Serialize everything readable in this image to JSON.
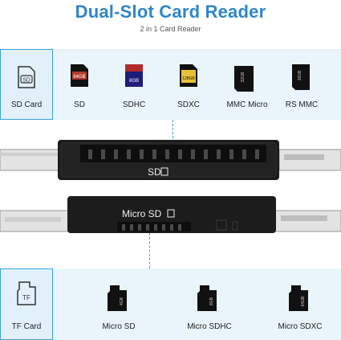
{
  "header": {
    "title": "Dual-Slot Card Reader",
    "subtitle": "2 in 1 Card Reader"
  },
  "top_row": {
    "highlight_label": "SD Card",
    "highlight_icon_text": "SD",
    "cards": [
      {
        "label": "SD",
        "printed": "64GB"
      },
      {
        "label": "SDHC",
        "printed": "8GB"
      },
      {
        "label": "SDXC",
        "printed": "128GB"
      },
      {
        "label": "MMC Micro",
        "printed": "32GB"
      },
      {
        "label": "RS MMC",
        "printed": "16GB"
      }
    ]
  },
  "bottom_row": {
    "highlight_label": "TF Card",
    "highlight_icon_text": "TF",
    "cards": [
      {
        "label": "Micro SD",
        "printed": "4GB"
      },
      {
        "label": "Micro SDHC",
        "printed": "8GB"
      },
      {
        "label": "Micro SDXC",
        "printed": "64GB"
      }
    ]
  },
  "device": {
    "upper_slot_label": "SD",
    "lower_slot_label": "Micro SD"
  },
  "colors": {
    "accent": "#2f86c9",
    "strip": "#e9f5fb",
    "border": "#36a2dc",
    "device_body": "#1c1c1c"
  }
}
